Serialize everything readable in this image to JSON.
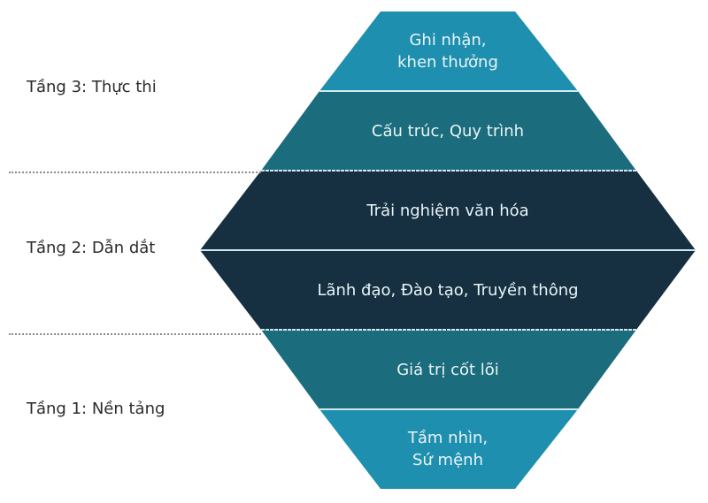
{
  "tiers": [
    {
      "label": "Tầng 3: Thực thi"
    },
    {
      "label": "Tầng 2: Dẫn dắt"
    },
    {
      "label": "Tầng 1: Nền tảng"
    }
  ],
  "bands": [
    {
      "line1": "Ghi nhận,",
      "line2": "khen thưởng",
      "color": "#1e8fae"
    },
    {
      "line1": "Cấu trúc, Quy trình",
      "line2": "",
      "color": "#1b6c7d"
    },
    {
      "line1": "Trải nghiệm văn hóa",
      "line2": "",
      "color": "#163042"
    },
    {
      "line1": "Lãnh đạo, Đào tạo, Truyền thông",
      "line2": "",
      "color": "#163042"
    },
    {
      "line1": "Giá trị cốt lõi",
      "line2": "",
      "color": "#1b6c7d"
    },
    {
      "line1": "Tầm nhìn,",
      "line2": "Sứ mệnh",
      "color": "#1e8fae"
    }
  ],
  "colors": {
    "top_bottom": "#1e8fae",
    "middle_outer": "#1b6c7d",
    "core": "#163042",
    "separator": "#cfeaf0",
    "tier_text": "#2b2b2b"
  }
}
